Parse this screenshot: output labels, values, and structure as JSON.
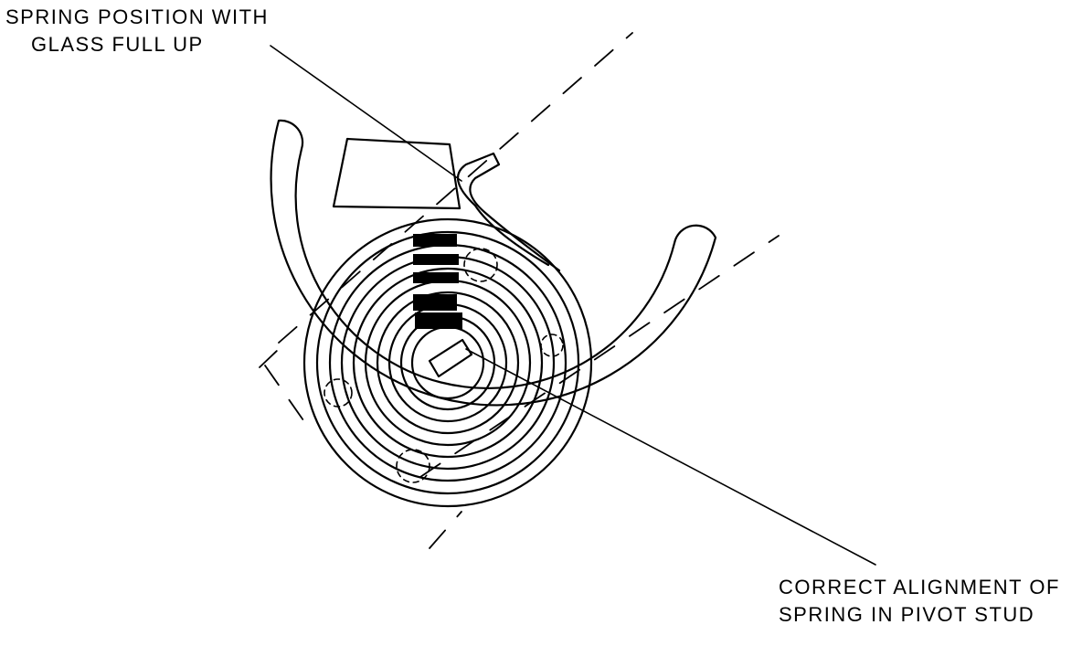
{
  "callouts": {
    "top": {
      "line1": "SPRING POSITION WITH",
      "line2": "GLASS FULL UP"
    },
    "bottom": {
      "line1": "CORRECT ALIGNMENT OF",
      "line2": "SPRING IN PIVOT STUD"
    }
  },
  "colors": {
    "ink": "#000000",
    "paper": "#ffffff"
  }
}
